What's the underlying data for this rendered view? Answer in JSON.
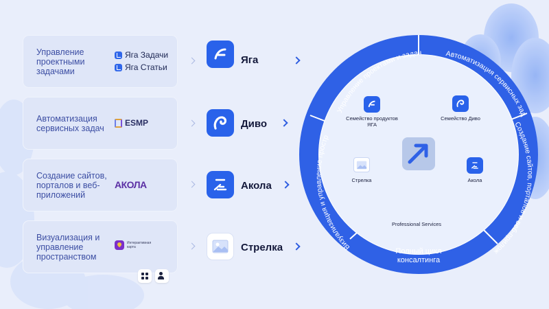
{
  "rows": [
    {
      "category": "Управление проектными задачами",
      "tools": [
        "Яга Задачи",
        "Яга Статьи"
      ],
      "product": "Яга"
    },
    {
      "category": "Автоматизация сервисных задач",
      "tools": [
        "ESMP"
      ],
      "product": "Диво"
    },
    {
      "category": "Создание сайтов, порталов и веб-приложений",
      "tools": [
        "АКОЛА"
      ],
      "product": "Акола"
    },
    {
      "category": "Визуализация и управление пространством",
      "tools": [
        "Интерактивная карта"
      ],
      "product": "Стрелка"
    }
  ],
  "ring": {
    "segments": [
      "Управление проектами и задачами",
      "Автоматизация сервисных задач",
      "Создание сайтов, порталов и веб-приложений",
      "Полный цикл консалтинга",
      "Визуализация и управление пространством"
    ],
    "inner": {
      "yaga": "Семейство продуктов ЯГА",
      "divo": "Семейство Диво",
      "akola": "Акола",
      "strelka": "Стрелка",
      "services": "Professional Services"
    }
  },
  "colors": {
    "accent": "#2962ea",
    "ring": "#2f61e6",
    "card": "#dfe6f8",
    "background": "#e9eefb"
  },
  "icons": {
    "center": "arrow-up-right-icon",
    "buttons": [
      "grid-icon",
      "user-add-icon"
    ]
  }
}
